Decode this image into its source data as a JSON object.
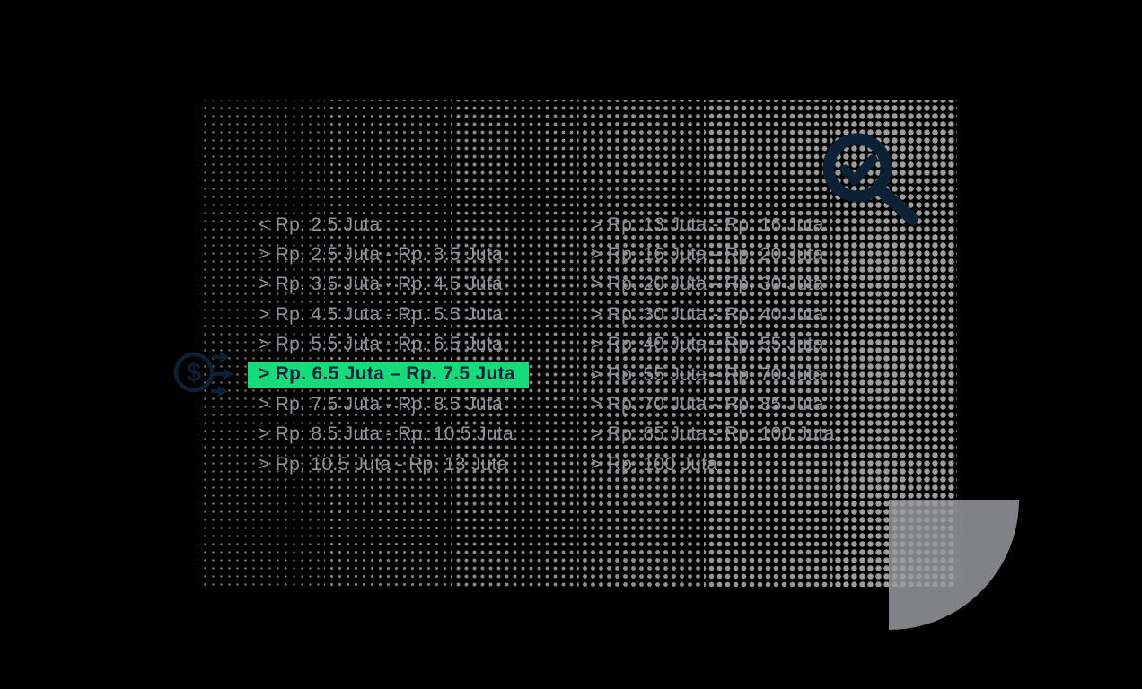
{
  "salary_filter": {
    "left_column": [
      {
        "label": "< Rp. 2.5 Juta",
        "selected": false
      },
      {
        "label": "> Rp. 2.5 Juta - Rp. 3.5 Juta",
        "selected": false
      },
      {
        "label": "> Rp. 3.5 Juta - Rp. 4.5 Juta",
        "selected": false
      },
      {
        "label": "> Rp. 4.5 Juta - Rp. 5.5 Juta",
        "selected": false
      },
      {
        "label": "> Rp. 5.5 Juta - Rp. 6.5 Juta",
        "selected": false
      },
      {
        "label": "> Rp. 6.5 Juta – Rp. 7.5 Juta",
        "selected": true
      },
      {
        "label": "> Rp. 7.5 Juta - Rp. 8.5 Juta",
        "selected": false
      },
      {
        "label": "> Rp. 8.5 Juta - Rp. 10.5 Juta",
        "selected": false
      },
      {
        "label": "> Rp. 10.5 Juta - Rp. 13 Juta",
        "selected": false
      }
    ],
    "right_column": [
      {
        "label": "> Rp. 13 Juta - Rp. 16 Juta",
        "selected": false
      },
      {
        "label": "> Rp. 16 Juta - Rp. 20 Juta",
        "selected": false
      },
      {
        "label": "> Rp. 20 Juta - Rp. 30 Juta",
        "selected": false
      },
      {
        "label": "> Rp. 30 Juta - Rp. 40 Juta",
        "selected": false
      },
      {
        "label": "> Rp. 40 Juta - Rp. 55 Juta",
        "selected": false
      },
      {
        "label": "> Rp. 55 Juta - Rp. 70 Juta",
        "selected": false
      },
      {
        "label": "> Rp. 70 Juta - Rp. 85 Juta",
        "selected": false
      },
      {
        "label": "> Rp. 85 Juta - Rp. 100 Juta",
        "selected": false
      },
      {
        "label": "> Rp. 100 Juta",
        "selected": false
      }
    ]
  },
  "icons": {
    "money_flow": "dollar-circle-with-right-arrows",
    "search_check": "magnifier-with-checkmark",
    "dollar_glyph": "$"
  },
  "colors": {
    "background": "#000000",
    "highlight_green": "#15DC78",
    "selected_text_navy": "#0A2342",
    "icon_navy": "#0C2136",
    "option_text_gray": "#8E939B",
    "dot_gray": "#8F8F8F",
    "shape_gray": "#808285"
  }
}
